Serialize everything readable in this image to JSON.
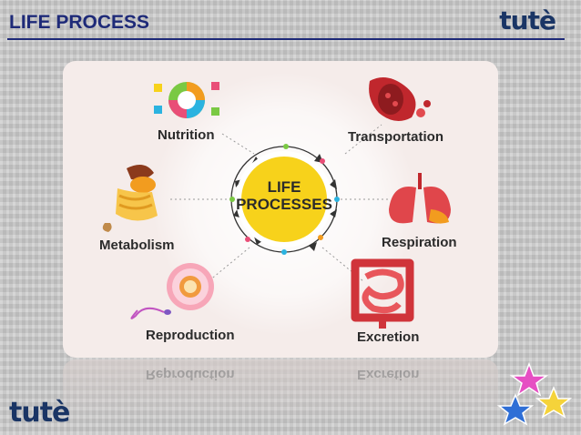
{
  "header": {
    "title": "LIFE PROCESS"
  },
  "brand": {
    "logo_text": "tutè"
  },
  "center": {
    "line1": "LIFE",
    "line2": "PROCESSES"
  },
  "processes": [
    {
      "label": "Nutrition",
      "icon": "nutrition-wheel-icon"
    },
    {
      "label": "Transportation",
      "icon": "artery-icon"
    },
    {
      "label": "Respiration",
      "icon": "lungs-icon"
    },
    {
      "label": "Excretion",
      "icon": "intestine-icon"
    },
    {
      "label": "Reproduction",
      "icon": "egg-sperm-icon"
    },
    {
      "label": "Metabolism",
      "icon": "digestive-organs-icon"
    }
  ],
  "colors": {
    "title": "#1e2a78",
    "center_circle": "#f7d21b",
    "card": "#f5ecea"
  }
}
